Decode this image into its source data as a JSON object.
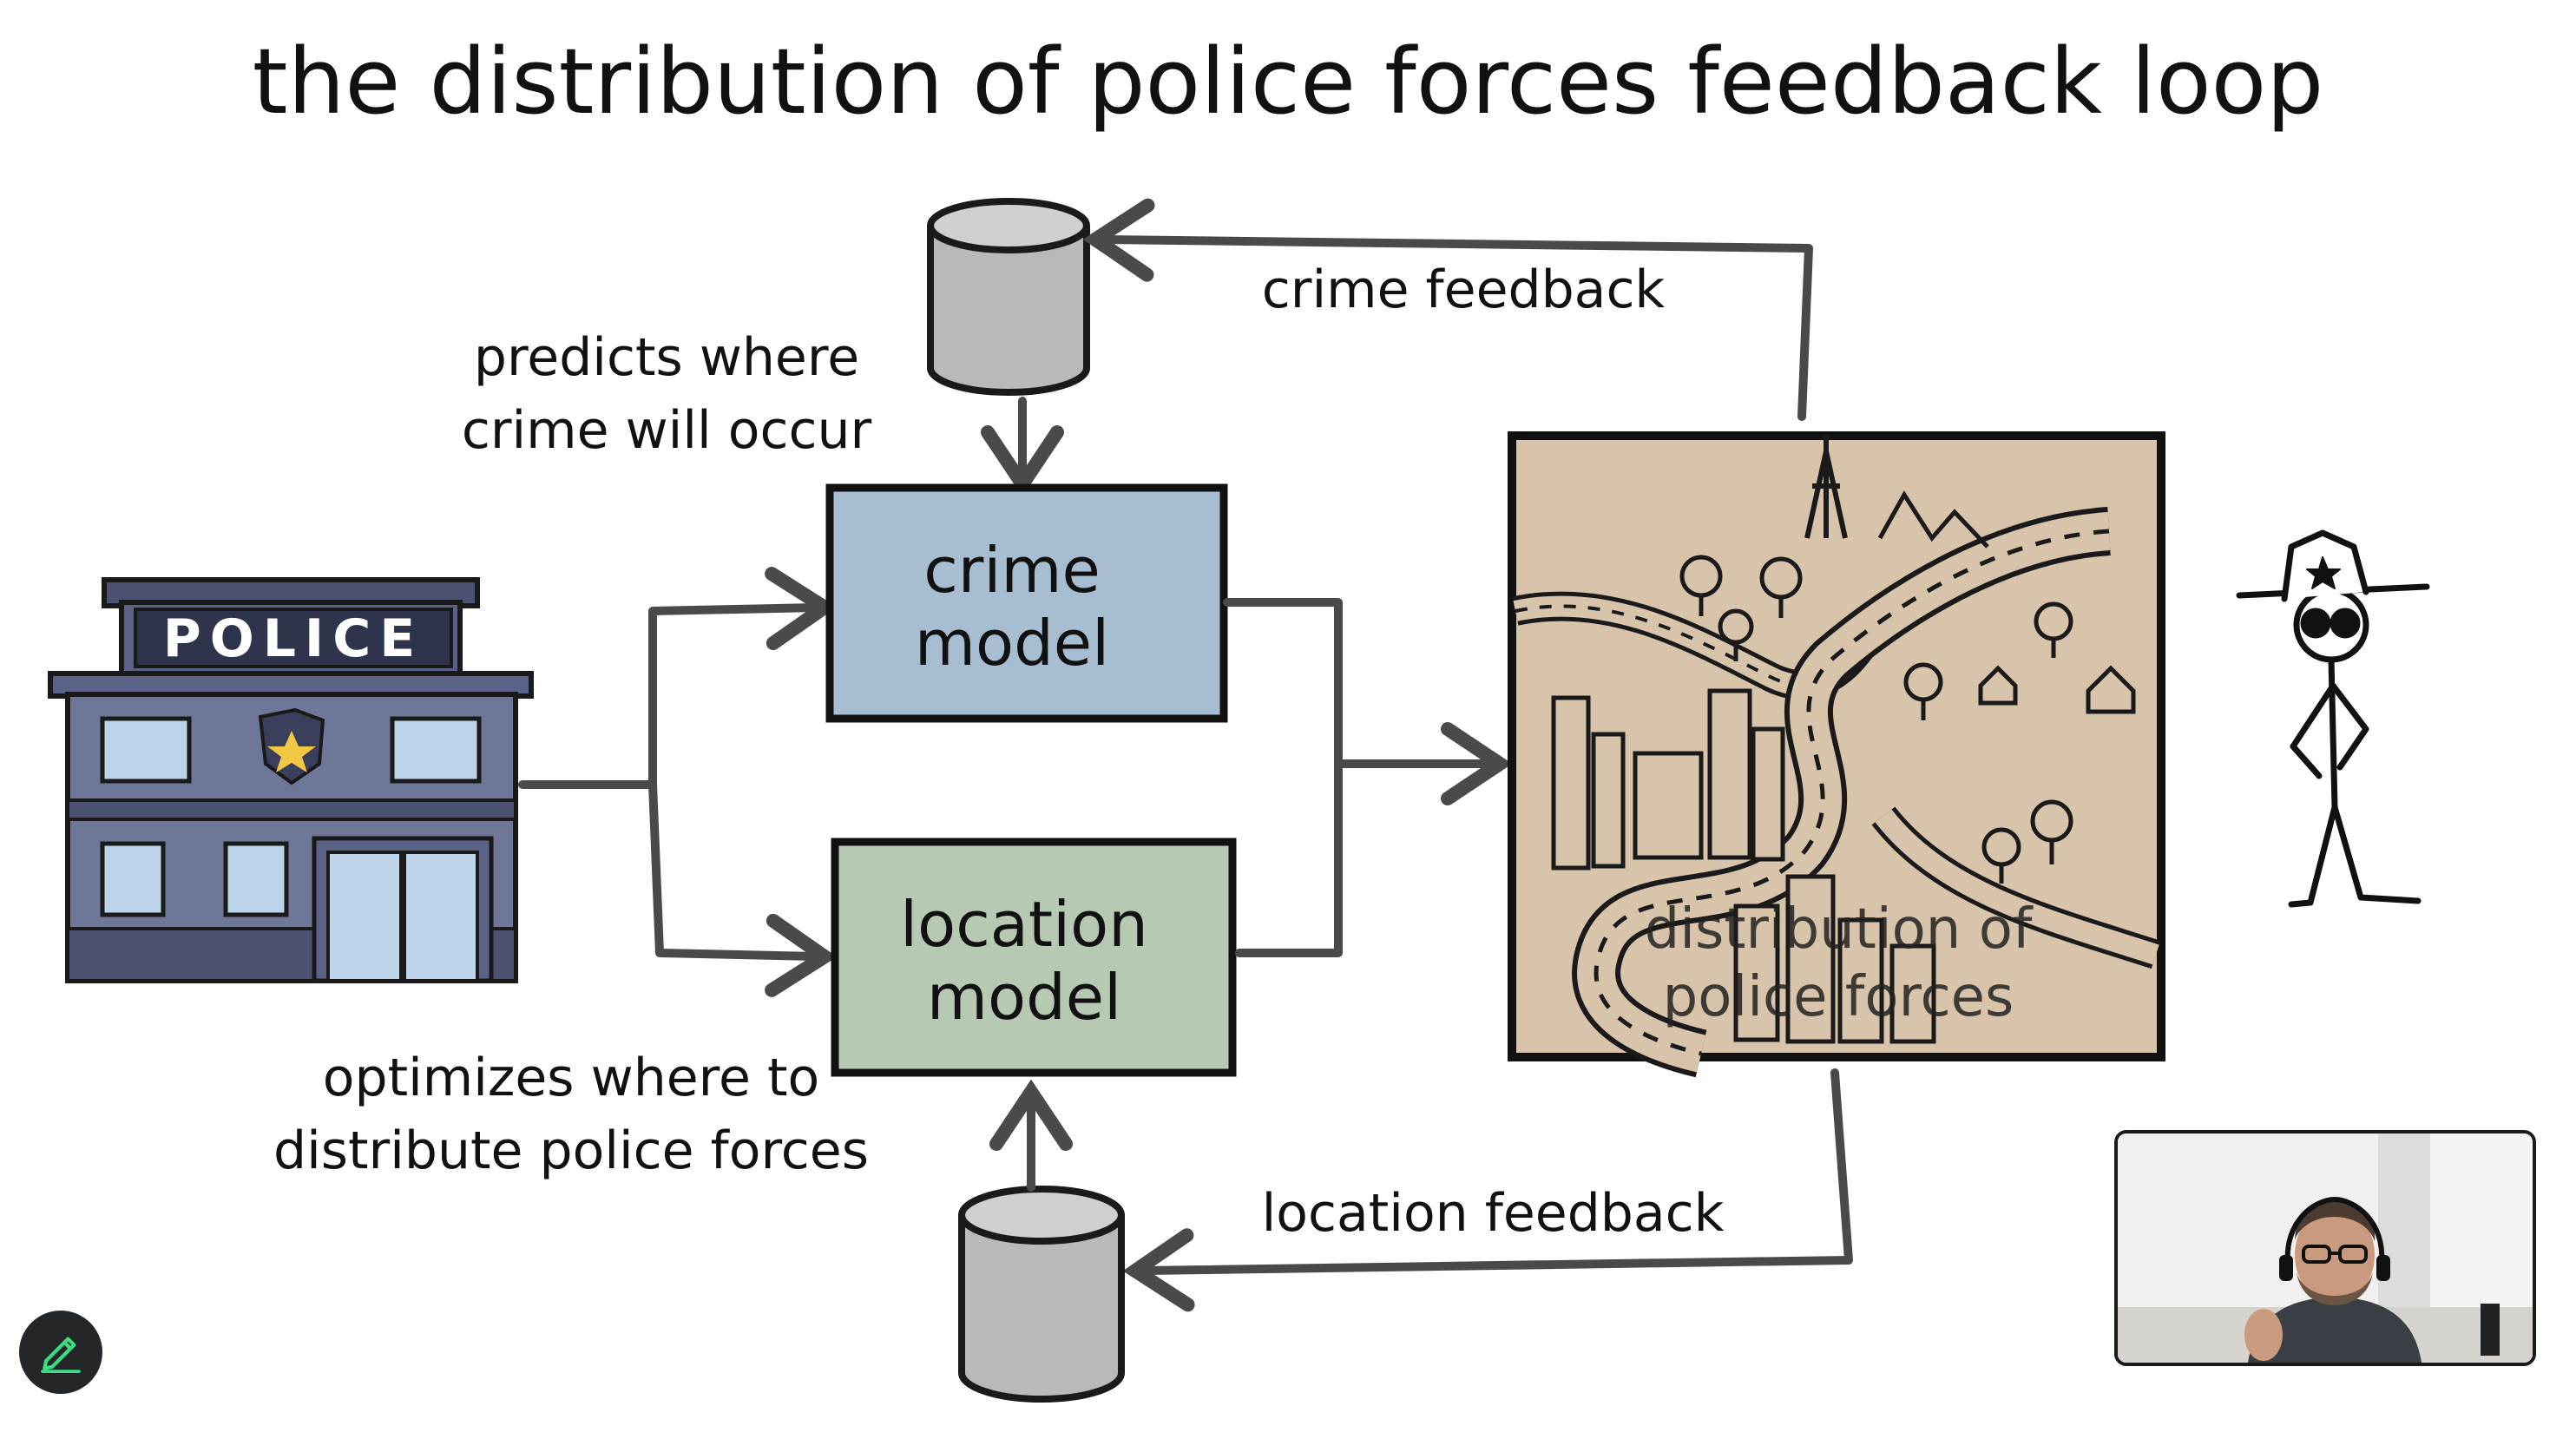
{
  "diagram": {
    "title": "the distribution of police forces feedback loop",
    "nodes": {
      "police_station": {
        "sign": "POLICE"
      },
      "crime_model": {
        "line1": "crime",
        "line2": "model",
        "color": "#a7bdd1"
      },
      "location_model": {
        "line1": "location",
        "line2": "model",
        "color": "#b7c9b3"
      },
      "map": {
        "overlay_line1": "distribution of",
        "overlay_line2": "police forces",
        "color": "#d8c4aa"
      }
    },
    "annotations": {
      "predicts_line1": "predicts where",
      "predicts_line2": "crime will occur",
      "optimizes_line1": "optimizes where to",
      "optimizes_line2": "distribute police forces"
    },
    "edges": {
      "crime_feedback": "crime feedback",
      "location_feedback": "location feedback"
    }
  },
  "controls": {
    "annotate_icon": "pencil-icon",
    "accent": "#3ddc84"
  },
  "colors": {
    "ink": "#111111",
    "arrow": "#4a4a4a",
    "db": "#b9b9b9",
    "station_body": "#6f7799"
  }
}
